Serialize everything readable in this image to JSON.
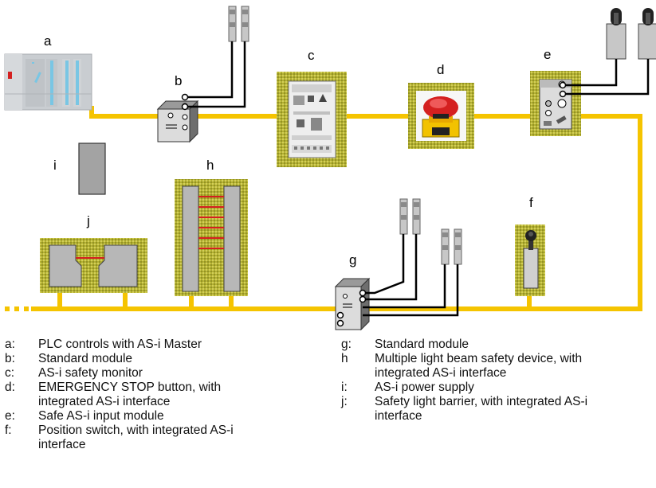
{
  "labels": {
    "a": "a",
    "b": "b",
    "c": "c",
    "d": "d",
    "e": "e",
    "f": "f",
    "g": "g",
    "h": "h",
    "i": "i",
    "j": "j"
  },
  "legend": {
    "left": [
      {
        "key": "a:",
        "text": "PLC controls with AS-i Master"
      },
      {
        "key": "b:",
        "text": "Standard module"
      },
      {
        "key": "c:",
        "text": "AS-i safety monitor"
      },
      {
        "key": "d:",
        "text": "EMERGENCY STOP button, with integrated AS-i interface"
      },
      {
        "key": "e:",
        "text": "Safe AS-i input module"
      },
      {
        "key": "f:",
        "text": "Position switch, with integrated AS-i interface"
      }
    ],
    "right": [
      {
        "key": "g:",
        "text": "Standard module"
      },
      {
        "key": "h",
        "text": "Multiple light beam safety device, with integrated AS-i interface"
      },
      {
        "key": "i:",
        "text": "AS-i power supply"
      },
      {
        "key": "j:",
        "text": "Safety light barrier, with integrated AS-i interface"
      }
    ]
  },
  "colors": {
    "bus": "#f5c400",
    "hatch": "#9c9a2a",
    "device_gray": "#b7b7b7",
    "dark_gray": "#7d7d7d",
    "plc_gray": "#c9cdd1",
    "plc_accent": "#79c6e4",
    "red": "#d42020"
  }
}
